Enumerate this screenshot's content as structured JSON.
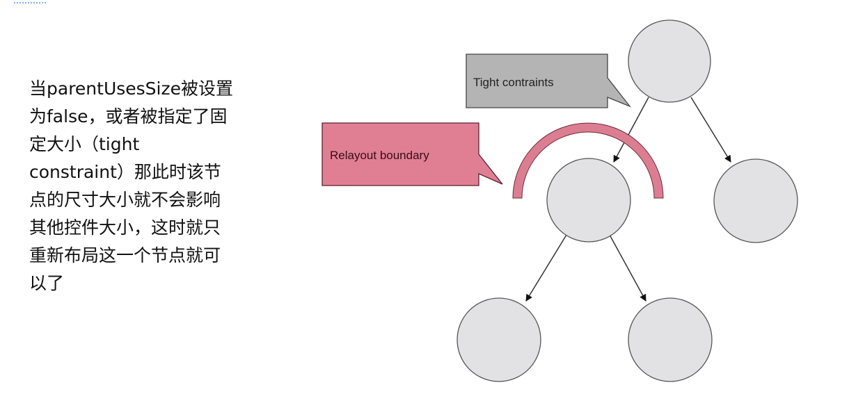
{
  "description_lines": [
    "当parentUsesSize被设置",
    "为false，或者被指定了固",
    "定大小（tight",
    "constraint）那此时该节",
    "点的尺寸大小就不会影响",
    "其他控件大小，这时就只",
    "重新布局这一个节点就可",
    "以了"
  ],
  "diagram": {
    "callout_tight": "Tight contraints",
    "callout_relayout": "Relayout boundary",
    "colors": {
      "node_fill": "#e2e2e4",
      "tight_fill": "#b4b4b4",
      "relayout_fill": "#e07f93",
      "arc_fill": "#dc7e91"
    }
  }
}
